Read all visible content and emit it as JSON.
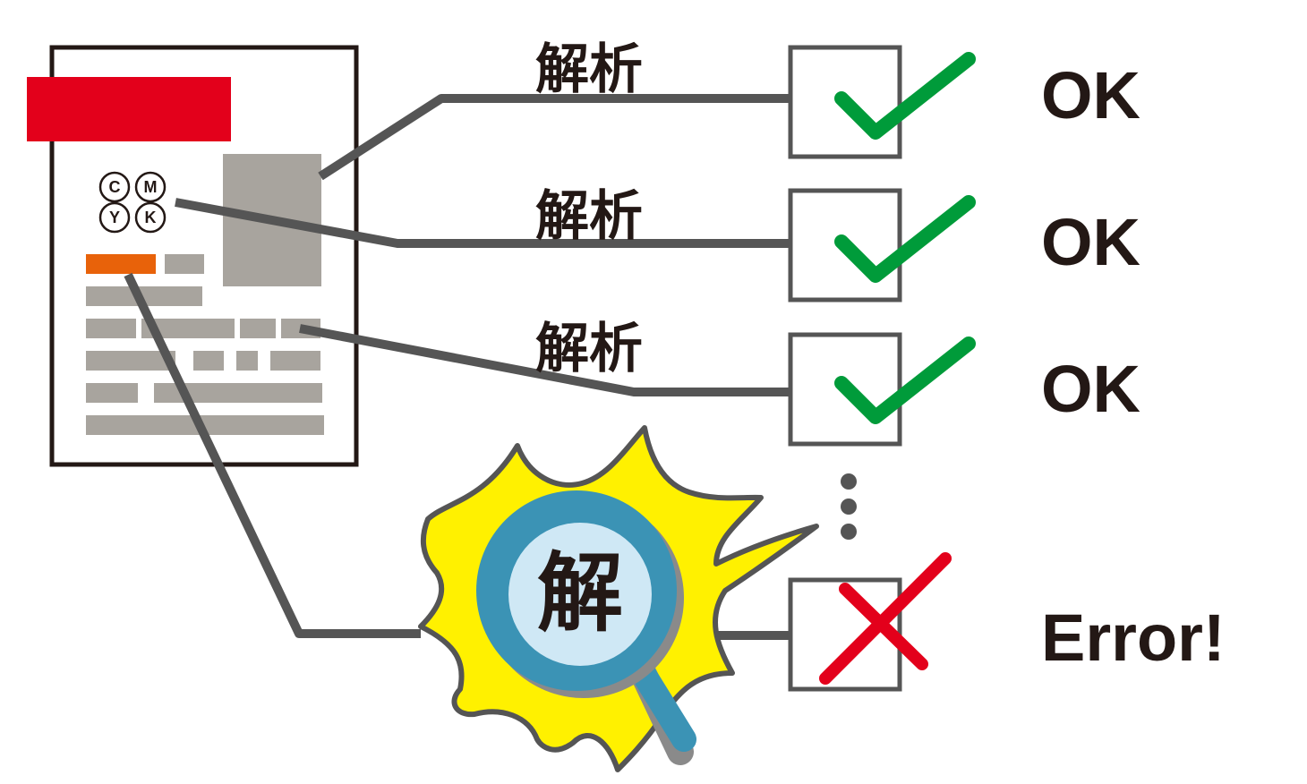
{
  "labels": {
    "analysis_1": "解析",
    "analysis_2": "解析",
    "analysis_3": "解析",
    "status_1": "OK",
    "status_2": "OK",
    "status_3": "OK",
    "status_error": "Error!",
    "magnifier_glyph": "解"
  },
  "cmyk": {
    "c": "C",
    "m": "M",
    "y": "Y",
    "k": "K"
  },
  "colors": {
    "header_red": "#e3001b",
    "accent_orange": "#e8620a",
    "gray_block": "#a8a49e",
    "connector": "#555555",
    "check_green": "#009b3a",
    "cross_red": "#e3001b",
    "burst_yellow": "#fff100",
    "lens_blue": "#3b93b5",
    "lens_inner": "#cfe8f5"
  },
  "icons": [
    "document-icon",
    "cmyk-icon",
    "checkbox-icon",
    "check-icon",
    "cross-icon",
    "burst-icon",
    "magnifier-icon",
    "ellipsis-icon"
  ]
}
